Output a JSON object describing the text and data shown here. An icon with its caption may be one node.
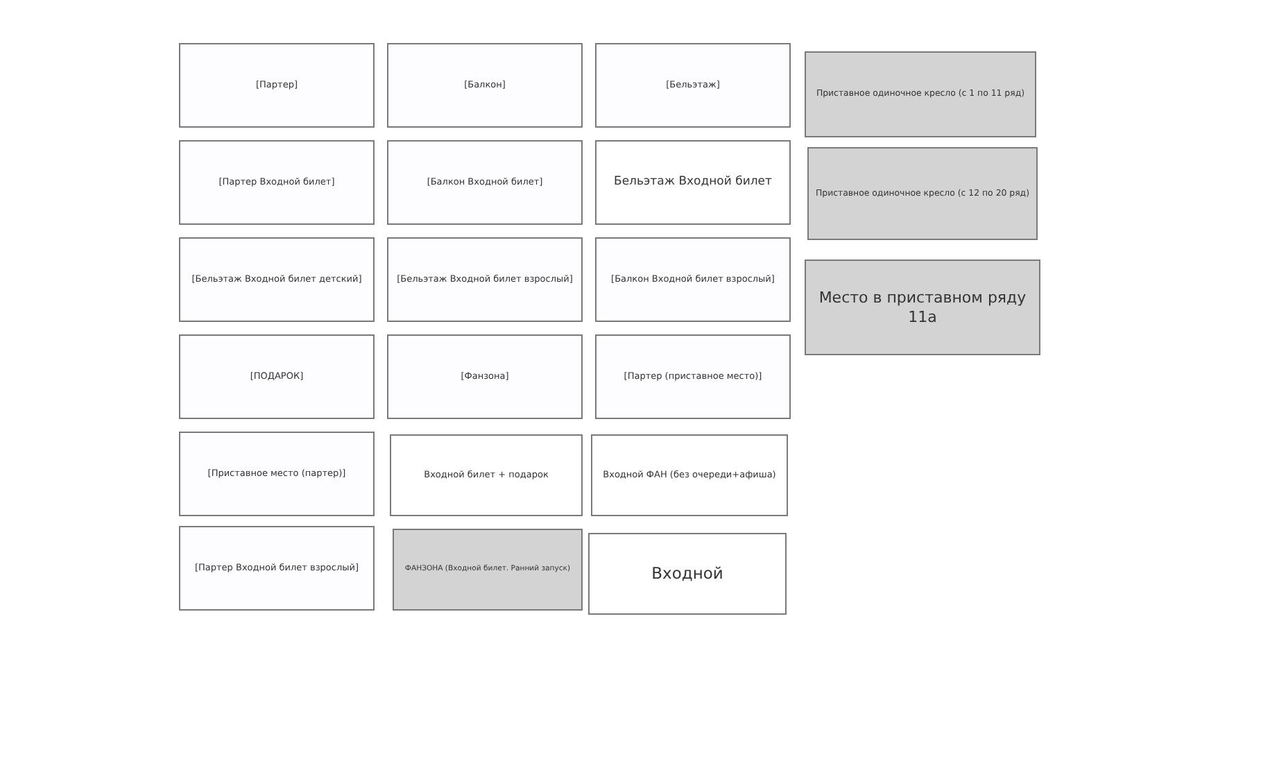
{
  "diagram": {
    "nodes": [
      {
        "text": [
          "[Партер]"
        ]
      },
      {
        "text": [
          "[Балкон]"
        ]
      },
      {
        "text": [
          "[Бельэтаж]"
        ]
      },
      {
        "text": [
          "Приставное одиночное кресло (с 1 по 11 ряд)"
        ]
      },
      {
        "text": [
          "[Партер Входной билет]"
        ]
      },
      {
        "text": [
          "[Балкон Входной билет]"
        ]
      },
      {
        "text": [
          "Бельэтаж Входной билет"
        ]
      },
      {
        "text": [
          "Приставное одиночное кресло (с 12 по 20 ряд)"
        ]
      },
      {
        "text": [
          "[Бельэтаж Входной билет детский]"
        ]
      },
      {
        "text": [
          "[Бельэтаж Входной билет взрослый]"
        ]
      },
      {
        "text": [
          "[Балкон Входной билет взрослый]"
        ]
      },
      {
        "text": [
          "Место в приставном ряду 11а"
        ]
      },
      {
        "text": [
          "[ПОДАРОК]"
        ]
      },
      {
        "text": [
          "[Фанзона]"
        ]
      },
      {
        "text": [
          "[Партер (приставное место)]"
        ]
      },
      {
        "text": [
          "[Приставное место (партер)]"
        ]
      },
      {
        "text": [
          "Входной билет + подарок"
        ]
      },
      {
        "text": [
          "Входной ФАН (без очереди+афиша)"
        ]
      },
      {
        "text": [
          "[Партер Входной билет взрослый]"
        ]
      },
      {
        "text": [
          "ФАНЗОНА (Входной билет. Ранний запуск)"
        ]
      },
      {
        "text": [
          "Входной"
        ]
      }
    ]
  }
}
